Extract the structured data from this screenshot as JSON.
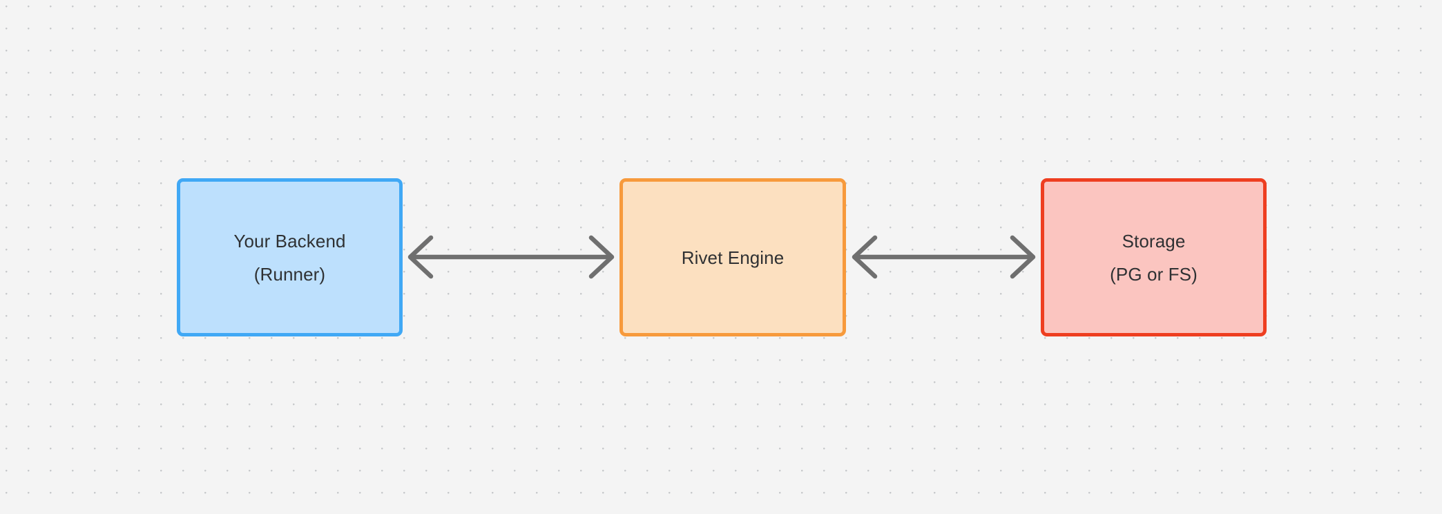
{
  "diagram": {
    "type": "flow-diagram",
    "orientation": "left-to-right",
    "background_color": "#f4f4f4",
    "grid": "dot-grid",
    "nodes": [
      {
        "id": "backend",
        "label_line1": "Your Backend",
        "label_line2": "(Runner)",
        "fill_color": "#bde0fd",
        "border_color": "#40a8f5"
      },
      {
        "id": "engine",
        "label_line1": "Rivet Engine",
        "label_line2": "",
        "fill_color": "#fce0c0",
        "border_color": "#f79a3c"
      },
      {
        "id": "storage",
        "label_line1": "Storage",
        "label_line2": "(PG or FS)",
        "fill_color": "#fbc5c0",
        "border_color": "#ee3e20"
      }
    ],
    "edges": [
      {
        "id": "backend-engine",
        "from": "backend",
        "to": "engine",
        "label": "",
        "style": "bidirectional-arrow",
        "color": "#6f6f6f"
      },
      {
        "id": "engine-storage",
        "from": "engine",
        "to": "storage",
        "label": "",
        "style": "bidirectional-arrow",
        "color": "#6f6f6f"
      }
    ]
  }
}
